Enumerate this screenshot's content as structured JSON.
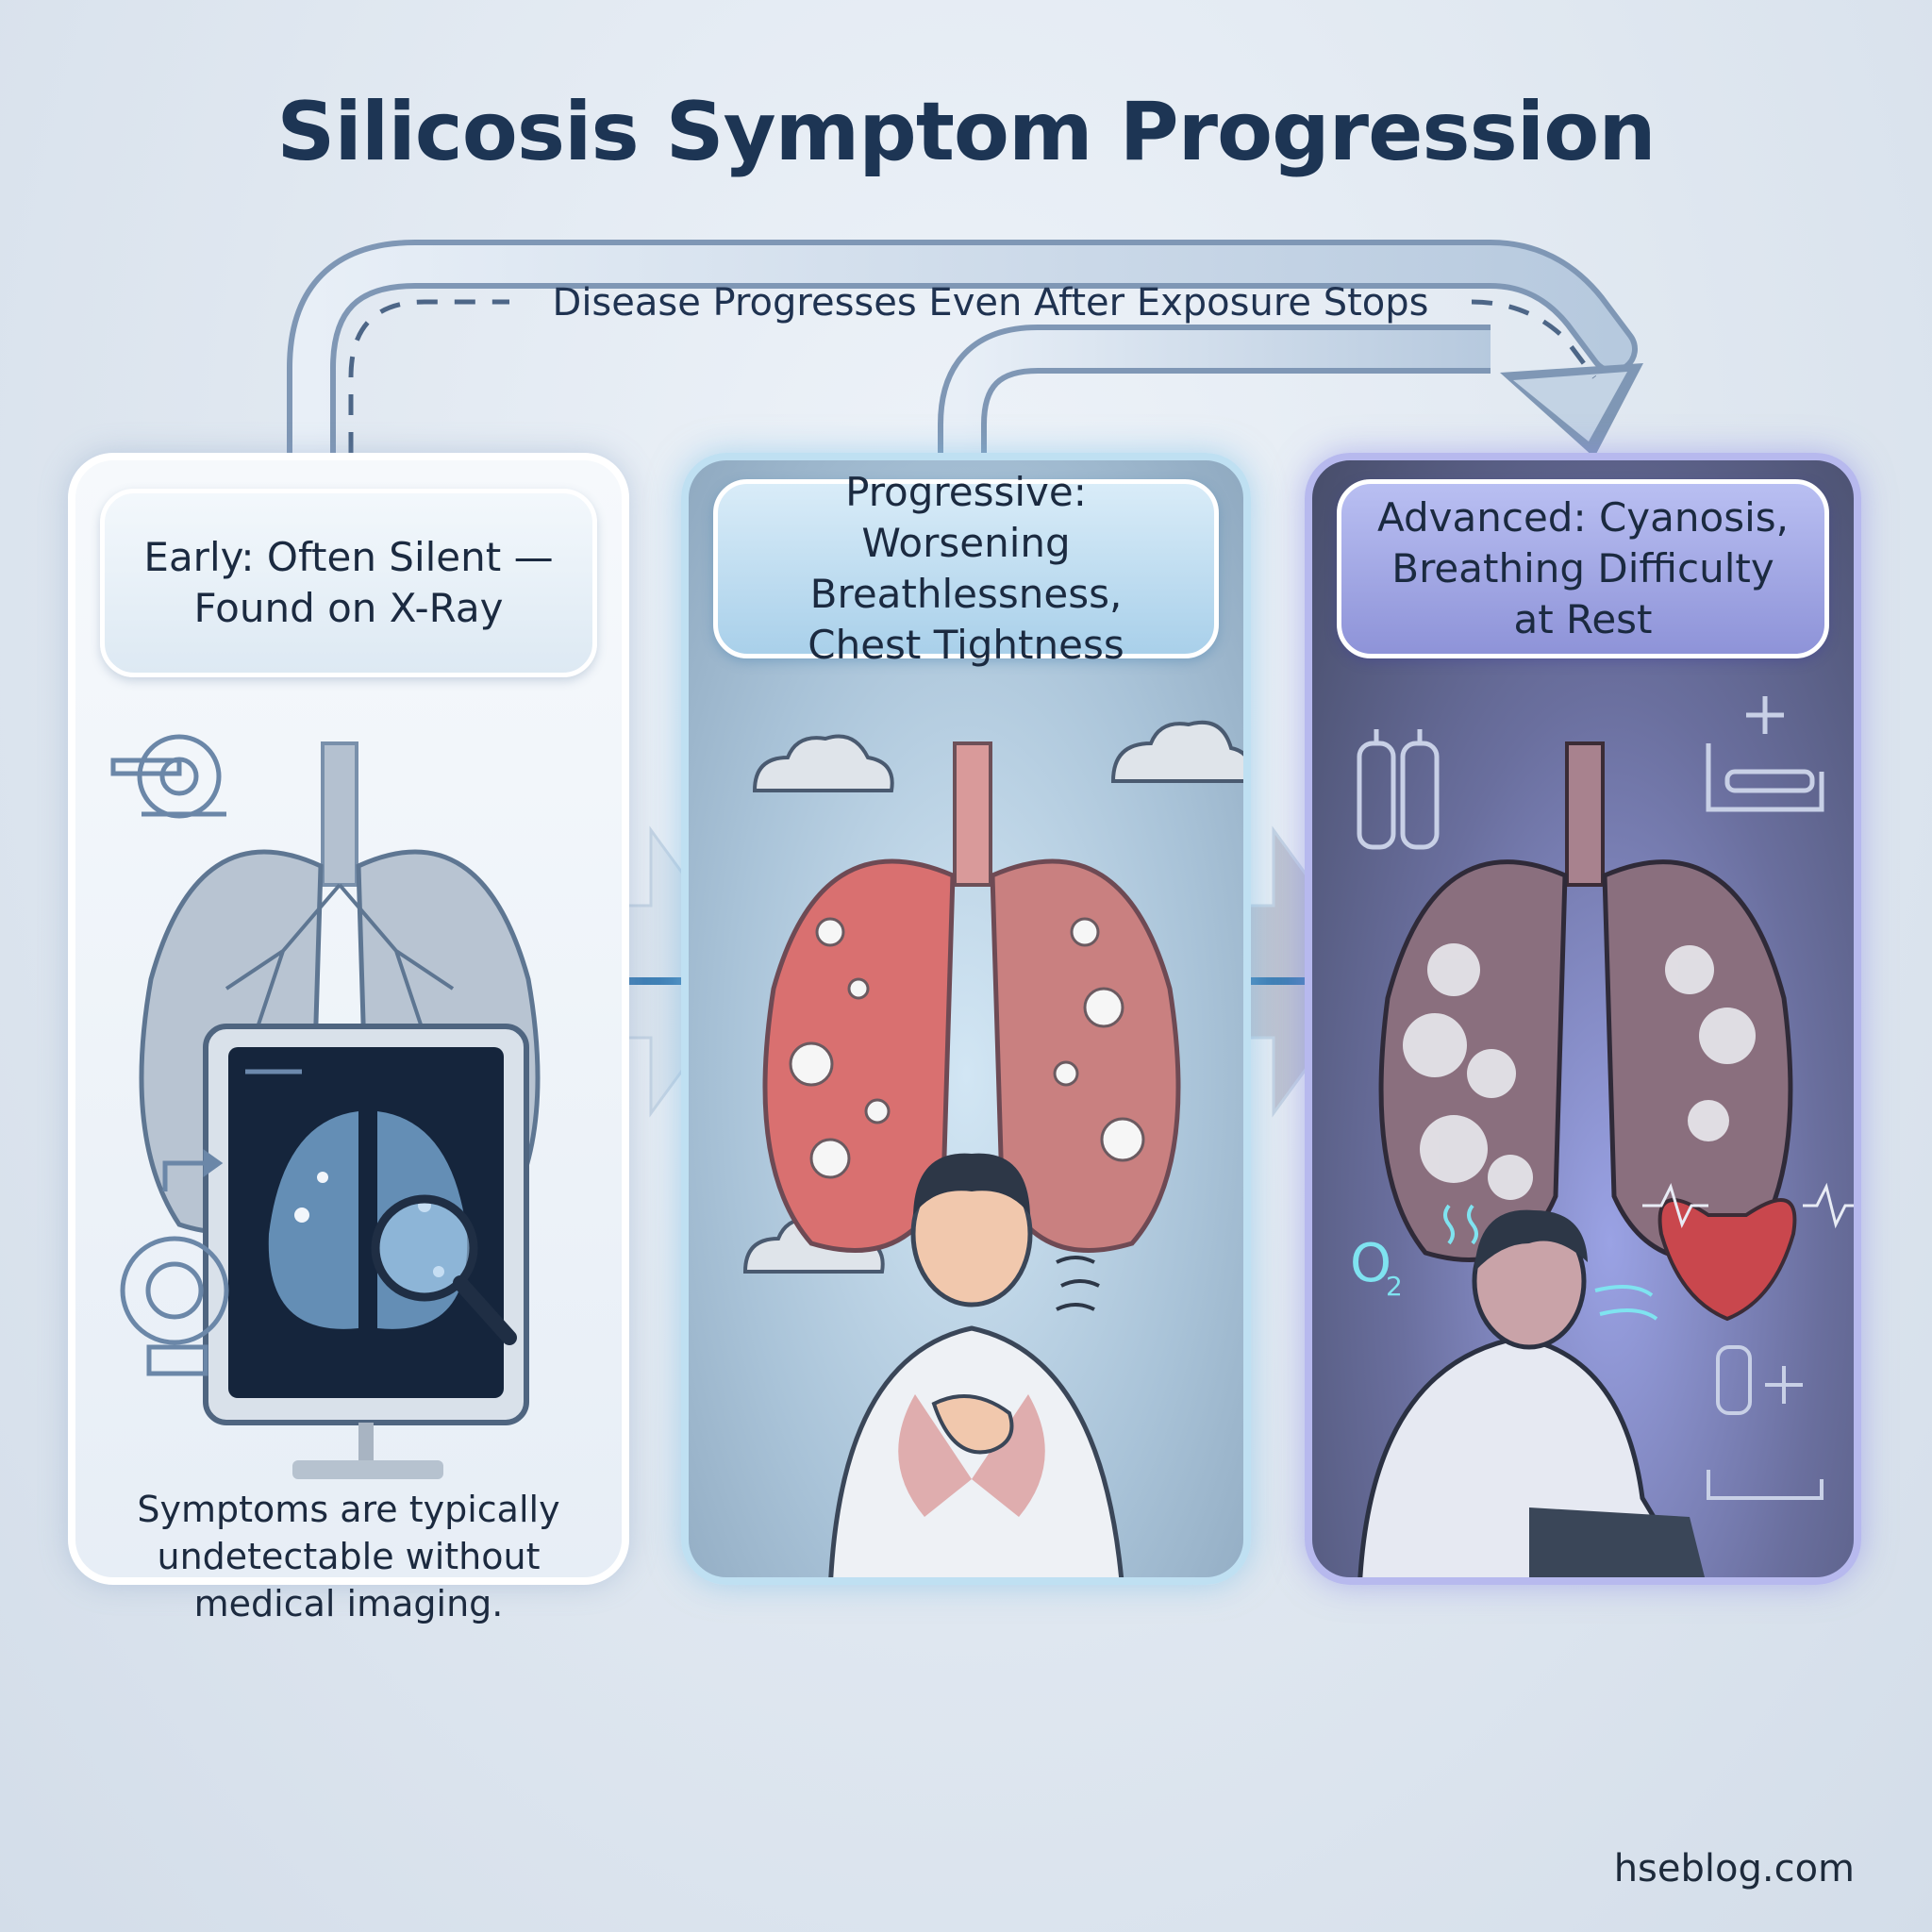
{
  "title": "Silicosis Symptom Progression",
  "progression_label": "Disease Progresses Even After Exposure Stops",
  "stages": [
    {
      "label": "Early: Often Silent —\nFound on X-Ray",
      "caption": "Symptoms are typically\nundetectable without\nmedical imaging."
    },
    {
      "label": "Progressive: Worsening\nBreathlessness,\nChest Tightness"
    },
    {
      "label": "Advanced: Cyanosis,\nBreathing Difficulty\nat Rest"
    }
  ],
  "icons": {
    "o2_text": "O",
    "o2_subscript": "2"
  },
  "colors": {
    "title": "#1d3554",
    "early_panel": "#eef4fa",
    "progressive_panel": "#a9c3d8",
    "advanced_panel": "#6a6f9e",
    "lung_healthy": "#b8c4d2",
    "lung_inflamed": "#d97070",
    "lung_scarred": "#8a6f7e"
  },
  "footer": "hseblog.com"
}
